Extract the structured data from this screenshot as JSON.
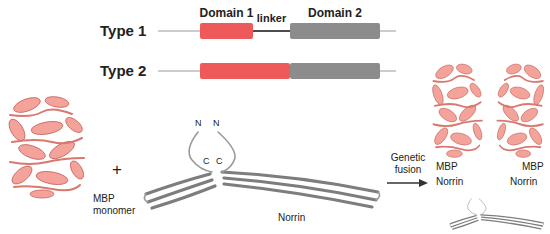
{
  "diagram": {
    "nodes": [
      {
        "text": [
          "Domain 1"
        ]
      },
      {
        "text": [
          "Domain 2"
        ]
      }
    ],
    "edges": [
      {
        "from": 0,
        "to": 1,
        "arrow": "none",
        "label": "linker"
      }
    ],
    "labels": [
      "Type 1",
      "Type 2",
      "MBP monomer",
      "+",
      "N",
      "N",
      "C",
      "C",
      "Norrin",
      "Genetic fusion",
      "MBP",
      "MBP",
      "Norrin",
      "Norrin"
    ]
  }
}
